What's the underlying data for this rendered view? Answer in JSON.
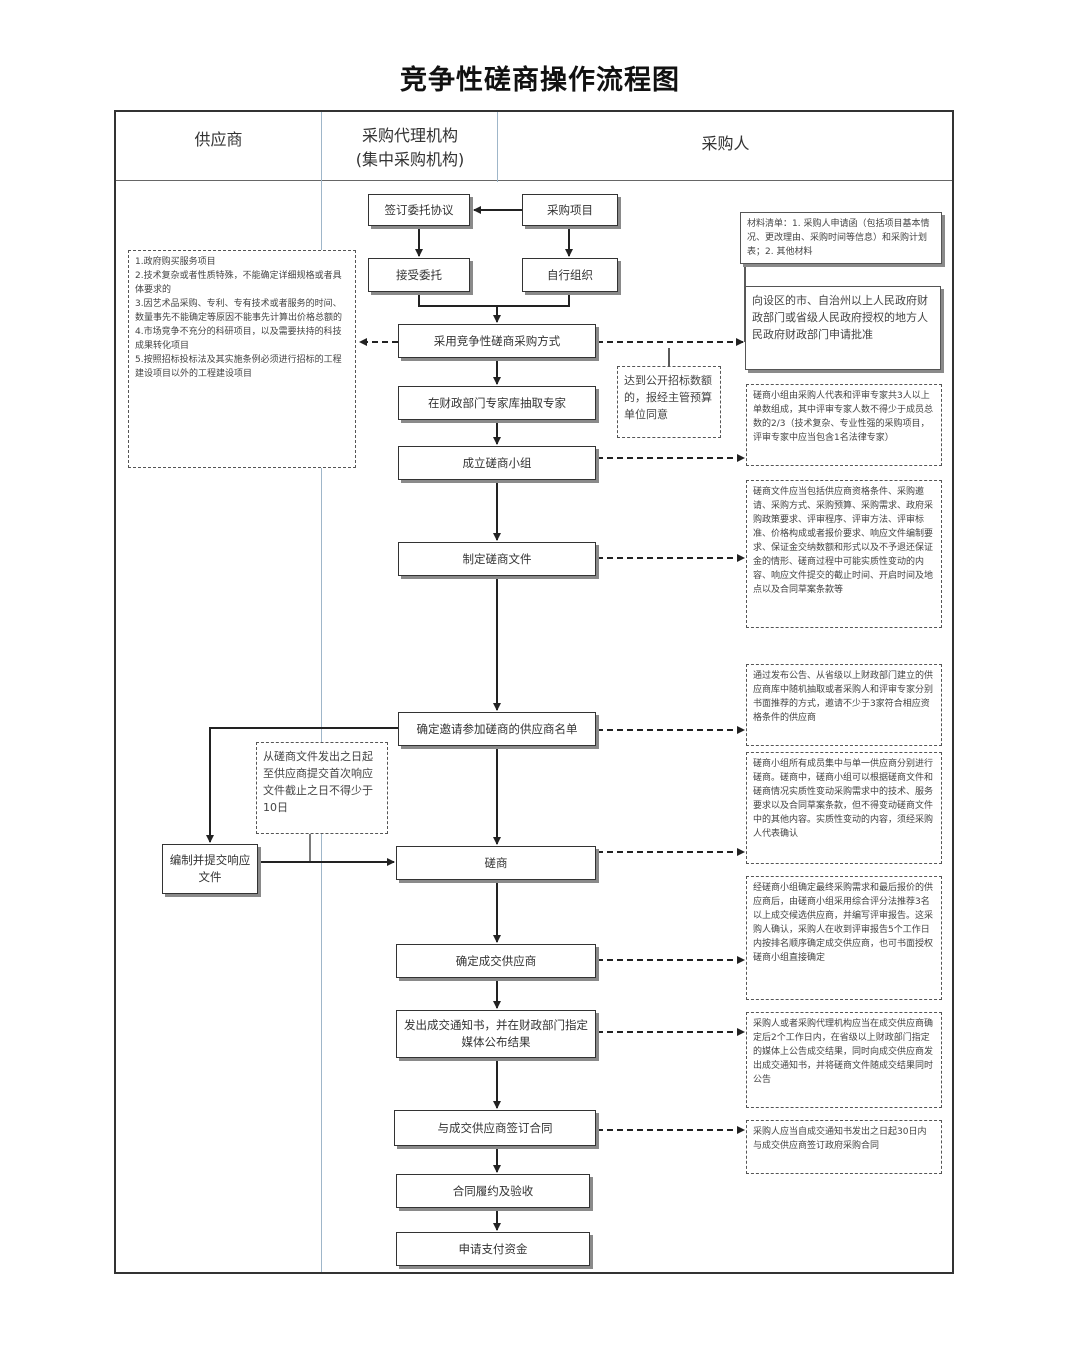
{
  "title": "竞争性磋商操作流程图",
  "lanes": {
    "supplier": "供应商",
    "agency_line1": "采购代理机构",
    "agency_line2": "(集中采购机构)",
    "purchaser": "采购人"
  },
  "boxes": {
    "sign_agreement": "签订委托协议",
    "project": "采购项目",
    "accept": "接受委托",
    "self_org": "自行组织",
    "adopt": "采用竞争性磋商采购方式",
    "draw_experts": "在财政部门专家库抽取专家",
    "form_group": "成立磋商小组",
    "make_docs": "制定磋商文件",
    "confirm_list": "确定邀请参加磋商的供应商名单",
    "prepare_resp": "编制并提交响应文件",
    "negotiate": "磋商",
    "determine_supplier": "确定成交供应商",
    "issue_notice": "发出成交通知书，并在财政部门指定媒体公布结果",
    "sign_contract": "与成交供应商签订合同",
    "perform": "合同履约及验收",
    "apply_pay": "申请支付资金"
  },
  "notes": {
    "scope": "1.政府购买服务项目\n2.技术复杂或者性质特殊，不能确定详细规格或者具体要求的\n3.因艺术品采购、专利、专有技术或者服务的时间、数量事先不能确定等原因不能事先计算出价格总额的\n4.市场竞争不充分的科研项目，以及需要扶持的科技成果转化项目\n5.按照招标投标法及其实施条例必须进行招标的工程建设项目以外的工程建设项目",
    "materials": "材料清单：1. 采购人申请函（包括项目基本情况、更改理由、采购时间等信息）和采购计划表；2. 其他材料",
    "approval": "向设区的市、自治州以上人民政府财政部门或省级人民政府授权的地方人民政府财政部门申请批准",
    "threshold": "达到公开招标数额的，报经主管预算单位同意",
    "expert_rule": "磋商小组由采购人代表和评审专家共3人以上单数组成，其中评审专家人数不得少于成员总数的2/3（技术复杂、专业性强的采购项目，评审专家中应当包含1名法律专家）",
    "docs_rule": "磋商文件应当包括供应商资格条件、采购邀请、采购方式、采购预算、采购需求、政府采购政策要求、评审程序、评审方法、评审标准、价格构成或者报价要求、响应文件编制要求、保证金交纳数额和形式以及不予退还保证金的情形、磋商过程中可能实质性变动的内容、响应文件提交的截止时间、开启时间及地点以及合同草案条款等",
    "invite_rule": "通过发布公告、从省级以上财政部门建立的供应商库中随机抽取或者采购人和评审专家分别书面推荐的方式，邀请不少于3家符合相应资格条件的供应商",
    "time_rule": "从磋商文件发出之日起至供应商提交首次响应文件截止之日不得少于10日",
    "negotiate_rule": "磋商小组所有成员集中与单一供应商分别进行磋商。磋商中，磋商小组可以根据磋商文件和磋商情况实质性变动采购需求中的技术、服务要求以及合同草案条款，但不得变动磋商文件中的其他内容。实质性变动的内容，须经采购人代表确认",
    "recommend_rule": "经磋商小组确定最终采购需求和最后报价的供应商后，由磋商小组采用综合评分法推荐3名以上成交候选供应商，并编写评审报告。这采购人确认，采购人在收到评审报告5个工作日内按排名顺序确定成交供应商，也可书面授权磋商小组直接确定",
    "announce_rule": "采购人或者采购代理机构应当在成交供应商确定后2个工作日内，在省级以上财政部门指定的媒体上公告成交结果，同时向成交供应商发出成交通知书，并将磋商文件随成交结果同时公告",
    "contract_rule": "采购人应当自成交通知书发出之日起30日内与成交供应商签订政府采购合同"
  }
}
